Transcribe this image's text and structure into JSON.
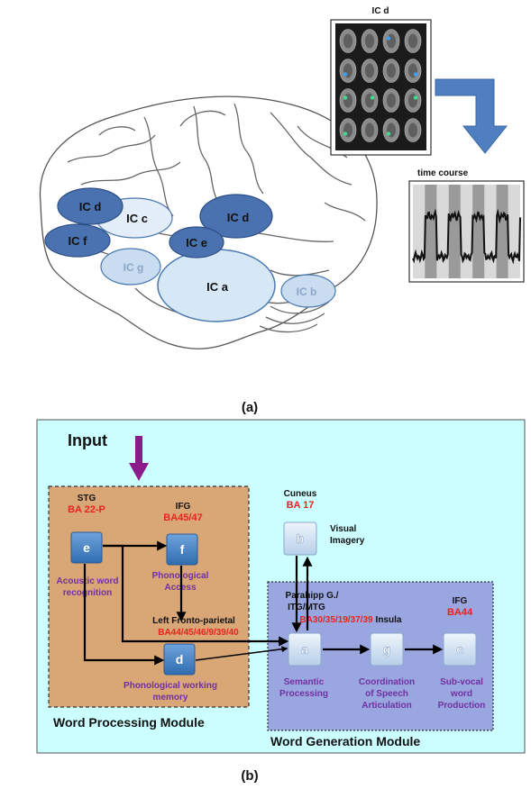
{
  "panel_a": {
    "brain_regions": [
      {
        "label": "IC d"
      },
      {
        "label": "IC c"
      },
      {
        "label": "IC f"
      },
      {
        "label": "IC d"
      },
      {
        "label": "IC e"
      },
      {
        "label": "IC g"
      },
      {
        "label": "IC a"
      },
      {
        "label": "IC b"
      }
    ],
    "mri_title": "IC d",
    "timecourse_title": "time course",
    "caption": "(a)"
  },
  "panel_b": {
    "input_label": "Input",
    "boxes": {
      "e": {
        "letter": "e",
        "region": "STG",
        "ba": "BA 22-P",
        "function": [
          "Acoustic word",
          "recognition"
        ]
      },
      "f": {
        "letter": "f",
        "region": "IFG",
        "ba": "BA45/47",
        "function": [
          "Phonological",
          "Access"
        ]
      },
      "d": {
        "letter": "d",
        "region": "Left Fronto-parietal",
        "ba": "BA44/45/46/9/39/40",
        "function": [
          "Phonological working",
          "memory"
        ]
      },
      "b": {
        "letter": "b",
        "region": "Cuneus",
        "ba": "BA 17",
        "function": [
          "Visual",
          "Imagery"
        ]
      },
      "a": {
        "letter": "a",
        "region": [
          "Parahipp G./",
          "ITG/MTG"
        ],
        "ba": "BA30/35/19/37/39",
        "function": [
          "Semantic",
          "Processing"
        ]
      },
      "g": {
        "letter": "g",
        "region": "Insula",
        "ba": "",
        "function": [
          "Coordination",
          "of Speech",
          "Articulation"
        ]
      },
      "c": {
        "letter": "c",
        "region": "IFG",
        "ba": "BA44",
        "function": [
          "Sub-vocal",
          "word",
          "Production"
        ]
      }
    },
    "module_left": "Word Processing Module",
    "module_right": "Word Generation Module",
    "caption": "(b)"
  },
  "colors": {
    "cyan_bg": "#ccffff",
    "tan_box": "#d9a675",
    "blue_module": "#9aa6e0",
    "node_blue": "#4a86c8",
    "node_pale": "#c9dcf0",
    "red_text": "#e8231c",
    "purple_text": "#7030a0",
    "input_arrow": "#8b1a8b"
  }
}
